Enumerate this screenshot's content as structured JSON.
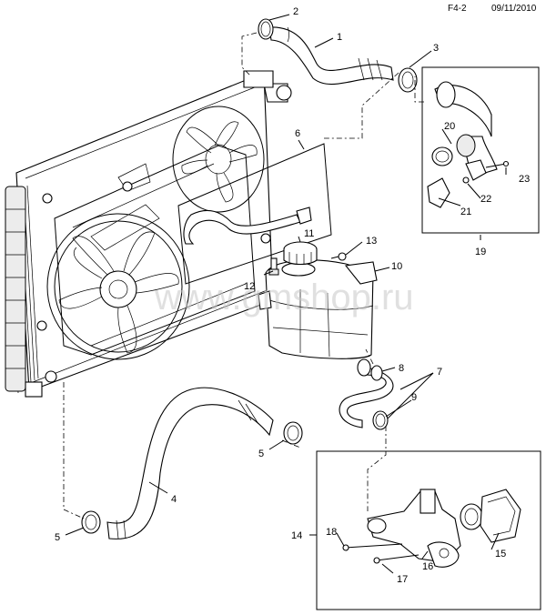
{
  "header": {
    "code": "F4-2",
    "date": "09/11/2010"
  },
  "watermark": "www.gmshop.ru",
  "callouts": {
    "c1": "1",
    "c2": "2",
    "c3": "3",
    "c4": "4",
    "c5a": "5",
    "c5b": "5",
    "c6": "6",
    "c7": "7",
    "c8": "8",
    "c9": "9",
    "c10": "10",
    "c11": "11",
    "c12": "12",
    "c13": "13",
    "c14": "14",
    "c15": "15",
    "c16": "16",
    "c17": "17",
    "c18": "18",
    "c19": "19",
    "c20": "20",
    "c21": "21",
    "c22": "22",
    "c23": "23"
  }
}
